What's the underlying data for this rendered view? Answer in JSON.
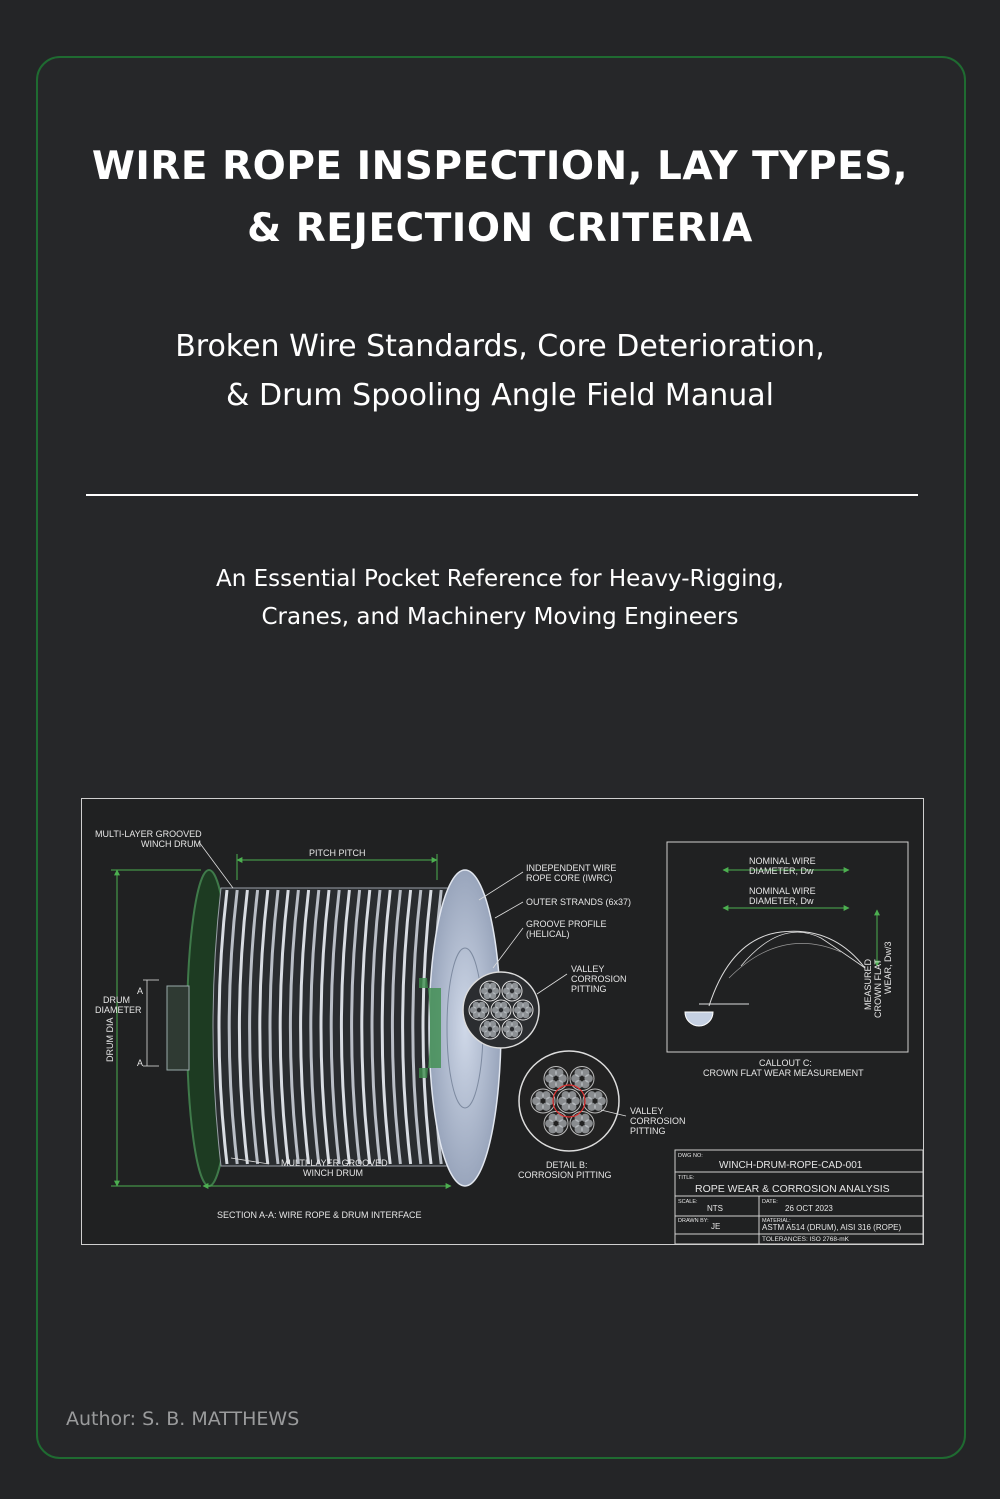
{
  "cover": {
    "title_line1": "WIRE ROPE INSPECTION, LAY TYPES,",
    "title_line2": "& REJECTION CRITERIA",
    "subtitle_line1": "Broken Wire Standards, Core Deterioration,",
    "subtitle_line2": "& Drum Spooling Angle Field Manual",
    "tagline_line1": "An Essential Pocket Reference for Heavy-Rigging,",
    "tagline_line2": "Cranes, and Machinery Moving Engineers",
    "author": "Author: S. B. MATTHEWS",
    "colors": {
      "background": "#242527",
      "border": "#1f6b31",
      "text": "#ffffff",
      "author": "#9a9b9c",
      "dimension": "#4caf50"
    }
  },
  "drawing": {
    "labels": {
      "drum_top_1": "MULTI-LAYER GROOVED",
      "drum_top_2": "WINCH DRUM",
      "pitch": "PITCH PITCH",
      "iwrc_1": "INDEPENDENT WIRE",
      "iwrc_2": "ROPE CORE (IWRC)",
      "outer_strands": "OUTER STRANDS (6x37)",
      "groove_1": "GROOVE PROFILE",
      "groove_2": "(HELICAL)",
      "valley_1_1": "VALLEY",
      "valley_1_2": "CORROSION",
      "valley_1_3": "PITTING",
      "drum_dia_1": "DRUM",
      "drum_dia_2": "DIAMETER",
      "drum_dia_vert": "DRUM DIA",
      "section_a1": "A",
      "section_a2": "A",
      "valley_2_1": "VALLEY",
      "valley_2_2": "CORROSION",
      "valley_2_3": "PITTING",
      "drum_bottom_1": "MULTI-LAYER GROOVED",
      "drum_bottom_2": "WINCH DRUM",
      "detail_b_1": "DETAIL B:",
      "detail_b_2": "CORROSION PITTING",
      "section_caption": "SECTION A-A: WIRE ROPE & DRUM INTERFACE",
      "nominal_1_1": "NOMINAL WIRE",
      "nominal_1_2": "DIAMETER, Dw",
      "nominal_2_1": "NOMINAL WIRE",
      "nominal_2_2": "DIAMETER, Dw",
      "crown_vert_1": "MEASURED",
      "crown_vert_2": "CROWN FLAT",
      "crown_vert_3": "WEAR, Dw/3",
      "callout_c_1": "CALLOUT C:",
      "callout_c_2": "CROWN FLAT WEAR MEASUREMENT"
    },
    "title_block": {
      "dwg_no_label": "DWG NO:",
      "dwg_no": "WINCH-DRUM-ROPE-CAD-001",
      "title_label": "TITLE:",
      "title": "ROPE WEAR & CORROSION ANALYSIS",
      "scale_label": "SCALE:",
      "scale": "NTS",
      "date_label": "DATE:",
      "date": "26 OCT 2023",
      "drawn_label": "DRAWN BY:",
      "drawn": "JE",
      "material_label": "MATERIAL:",
      "material": "ASTM A514 (DRUM), AISI 316 (ROPE)",
      "tolerances": "TOLERANCES: ISO 2768-mK"
    }
  }
}
